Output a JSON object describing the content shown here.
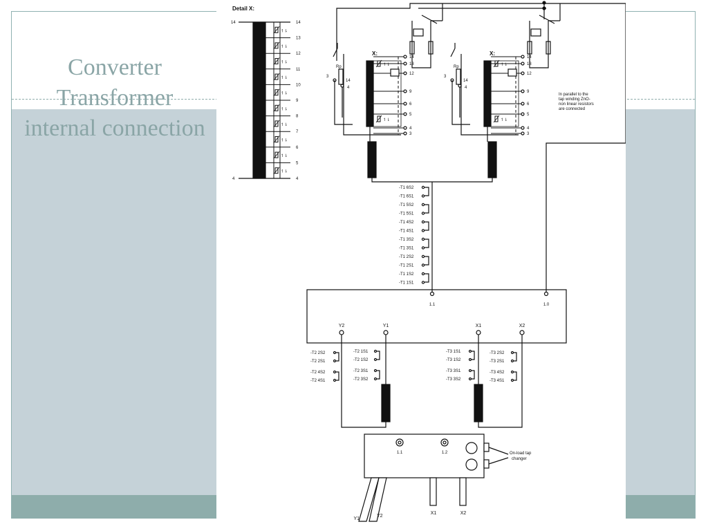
{
  "slide": {
    "title_lines": [
      "Converter",
      "Transformer",
      "internal connection"
    ]
  },
  "colors": {
    "accent": "#8eadab",
    "band": "#c5d2d8",
    "title": "#8aa5a6"
  },
  "diagram": {
    "detail_title": "Detail X:",
    "detail_numbers_left": [
      "14",
      "4"
    ],
    "detail_numbers_right": [
      "14",
      "13",
      "12",
      "11",
      "10",
      "9",
      "8",
      "7",
      "6",
      "5",
      "4"
    ],
    "tap_x_label": "X:",
    "rp_label": "Rp",
    "unit_terminals": [
      "14",
      "13",
      "12",
      "9",
      "6",
      "5",
      "4",
      "3"
    ],
    "left_aux": [
      "3",
      "14",
      "4"
    ],
    "note": [
      "In parallel to the",
      "tap winding ZnO-",
      "non linear resistors",
      "are connected"
    ],
    "t1_labels": [
      "-T1 6S2",
      "-T1 6S1",
      "-T1 5S2",
      "-T1 5S1",
      "-T1 4S2",
      "-T1 4S1",
      "-T1 3S2",
      "-T1 3S1",
      "-T1 2S2",
      "-T1 2S1",
      "-T1 1S2",
      "-T1 1S1"
    ],
    "box_terminals": [
      "1.1",
      "1.0"
    ],
    "outputs": [
      "Y2",
      "Y1",
      "X1",
      "X2"
    ],
    "t2_outer": [
      "-T2 2S2",
      "-T2 2S1",
      "-T2 4S2",
      "-T2 4S1"
    ],
    "t2_inner": [
      "-T2 1S1",
      "-T2 1S2",
      "-T2 3S1",
      "-T2 3S2"
    ],
    "t3_inner": [
      "-T3 1S1",
      "-T3 1S2",
      "-T3 3S1",
      "-T3 3S2"
    ],
    "t3_outer": [
      "-T3 2S2",
      "-T3 2S1",
      "-T3 4S2",
      "-T3 4S1"
    ],
    "tank_terminals": [
      "1.1",
      "1.2"
    ],
    "oltc_label": [
      "On-load tap",
      "changer"
    ],
    "bushings": [
      "Y1",
      "Y2",
      "X1",
      "X2"
    ]
  }
}
